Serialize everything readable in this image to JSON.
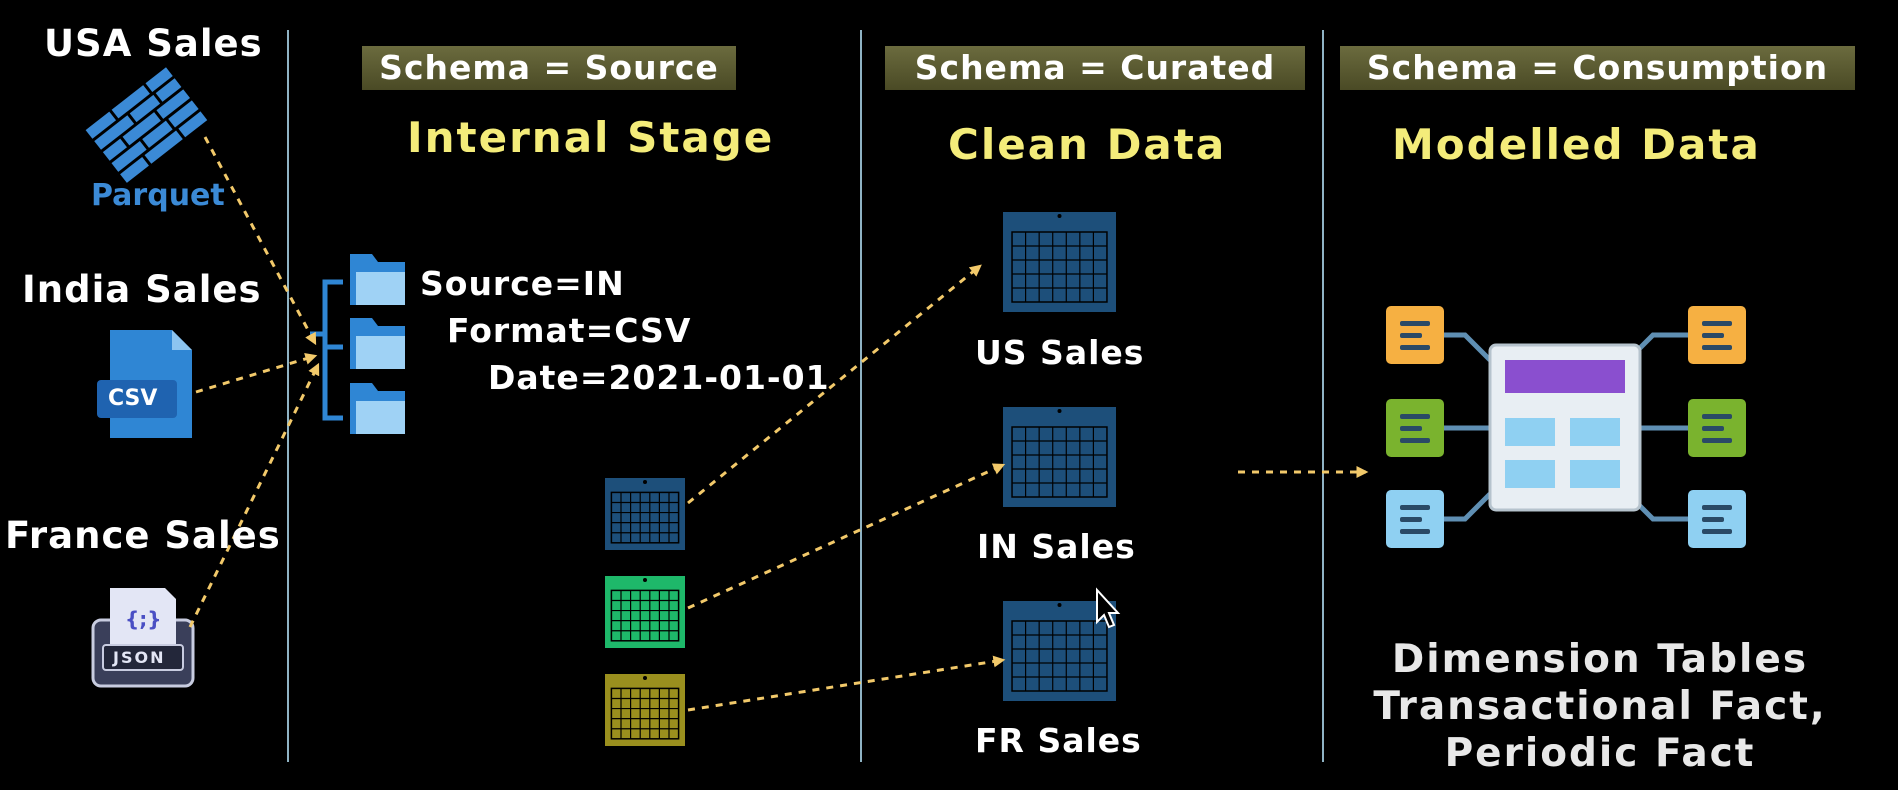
{
  "sources": [
    {
      "label": "USA Sales",
      "icon": "parquet-icon",
      "icon_text": "Parquet"
    },
    {
      "label": "India Sales",
      "icon": "csv-file-icon",
      "icon_text": "CSV"
    },
    {
      "label": "France Sales",
      "icon": "json-file-icon",
      "icon_text": "JSON",
      "icon_glyph": "{;}"
    }
  ],
  "columns": [
    {
      "banner": "Schema = Source",
      "heading": "Internal Stage"
    },
    {
      "banner": "Schema = Curated",
      "heading": "Clean Data"
    },
    {
      "banner": "Schema = Consumption",
      "heading": "Modelled Data"
    }
  ],
  "stage_meta": [
    "Source=IN",
    "Format=CSV",
    "Date=2021-01-01"
  ],
  "stage_tables": [
    {
      "color": "#1d4f7a"
    },
    {
      "color": "#1eb86a"
    },
    {
      "color": "#9a8f1e"
    }
  ],
  "clean_tables": [
    {
      "label": "US Sales"
    },
    {
      "label": "IN Sales"
    },
    {
      "label": "FR Sales"
    }
  ],
  "modelled_text": [
    "Dimension Tables",
    "Transactional Fact,",
    "Periodic Fact"
  ],
  "colors": {
    "arrow": "#f2c96a",
    "divider": "#8fb3c4",
    "heading": "#f4ec7a",
    "folder": "#2f86d4",
    "table_blue": "#1d4f7a",
    "dim_orange": "#f6b042",
    "dim_green": "#7ab32e",
    "dim_blue": "#8fd0f2",
    "fact_purple": "#8a4fcf"
  }
}
